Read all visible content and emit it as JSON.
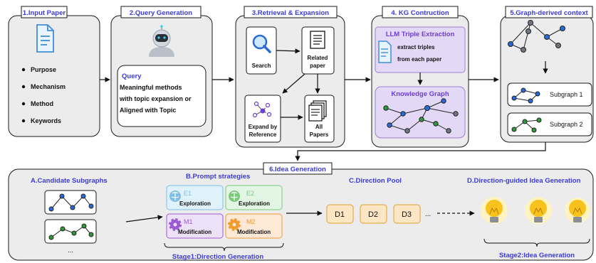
{
  "stage_titles": {
    "input_paper": "1.Input Paper",
    "query_generation": "2.Query Generation",
    "retrieval": "3.Retrieval & Expansion",
    "kg_construction": "4. KG Contruction",
    "graph_context": "5.Graph-derived context",
    "idea_generation": "6.Idea Generation"
  },
  "input_paper": {
    "bullets": [
      "Purpose",
      "Mechanism",
      "Method",
      "Keywords"
    ]
  },
  "query": {
    "label": "Query",
    "lines": [
      "Meaningful methods",
      "with topic expansion or",
      "Aligned with Topic"
    ]
  },
  "retrieval": {
    "search": "Search",
    "related_paper": [
      "Related",
      "paper"
    ],
    "expand": [
      "Expand by",
      "Reference"
    ],
    "all_papers": [
      "All",
      "Papers"
    ]
  },
  "kg": {
    "llm_title": "LLM Triple Extraction",
    "extract_lines": [
      "extract triples",
      "from each paper"
    ],
    "kg_title": "Knowledge Graph"
  },
  "graph_context": {
    "subgraph1": "Subgraph 1",
    "subgraph2": "Subgraph 2"
  },
  "idea": {
    "candidate_title": "A.Candidate Subgraphs",
    "candidate_ellipsis": "...",
    "prompt_title": "B.Prompt strategies",
    "prompts": [
      {
        "code": "E1",
        "name": "Exploration",
        "color": "#7fbfe6",
        "bg": "#dff1fb"
      },
      {
        "code": "E2",
        "name": "Exploration",
        "color": "#7bc97b",
        "bg": "#e3f6e3"
      },
      {
        "code": "M1",
        "name": "Modification",
        "color": "#9b5bd6",
        "bg": "#ede1f8"
      },
      {
        "code": "M2",
        "name": "Modification",
        "color": "#f29a2e",
        "bg": "#fde9d6"
      }
    ],
    "stage1_label": "Stage1:Direction Generation",
    "pool_title": "C.Direction Pool",
    "directions": [
      "D1",
      "D2",
      "D3"
    ],
    "directions_ellipsis": "...",
    "guided_title": "D.Direction-guided Idea Generation",
    "stage2_label": "Stage2:Idea Generation"
  },
  "colors": {
    "panel": "#ececec",
    "tag_text": "#3a3adb",
    "kg_fill": "#e4d8f7",
    "kg_stroke": "#9b7fd4",
    "direction_fill": "#fde6c4",
    "direction_stroke": "#e0a030",
    "node_blue": "#2a6ad8",
    "node_green": "#2f9a3a",
    "node_gray": "#6f7784",
    "bulb": "#f8c21c"
  }
}
